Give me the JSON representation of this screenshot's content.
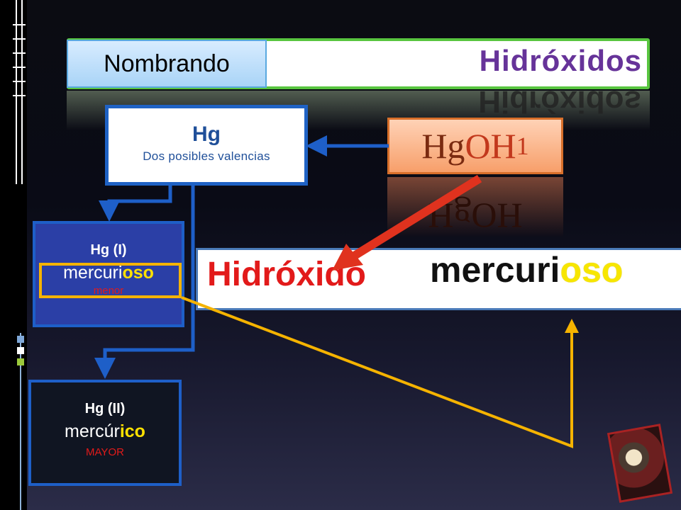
{
  "title": {
    "nombrando": "Nombrando",
    "hidroxidos": "Hidróxidos"
  },
  "element_box": {
    "symbol": "Hg",
    "subtitle": "Dos posibles valencias"
  },
  "formula": {
    "hg": "Hg",
    "oh": "OH",
    "subscript": "1",
    "reflection": "HgOH"
  },
  "result": {
    "word1": "Hidróxido",
    "stem": "mercuri",
    "suffix": "oso"
  },
  "valence1": {
    "label": "Hg (I)",
    "stem": "mercuri",
    "suffix": "oso",
    "size": "menor"
  },
  "valence2": {
    "label": "Hg (II)",
    "stem": "mercúr",
    "suffix": "ico",
    "size": "MAYOR"
  },
  "colors": {
    "accent_blue": "#1e5fc8",
    "title_border": "#58c53f",
    "arrow_red": "#e0321e",
    "arrow_yellow": "#f5b300",
    "suffix_yellow": "#ffe100"
  }
}
